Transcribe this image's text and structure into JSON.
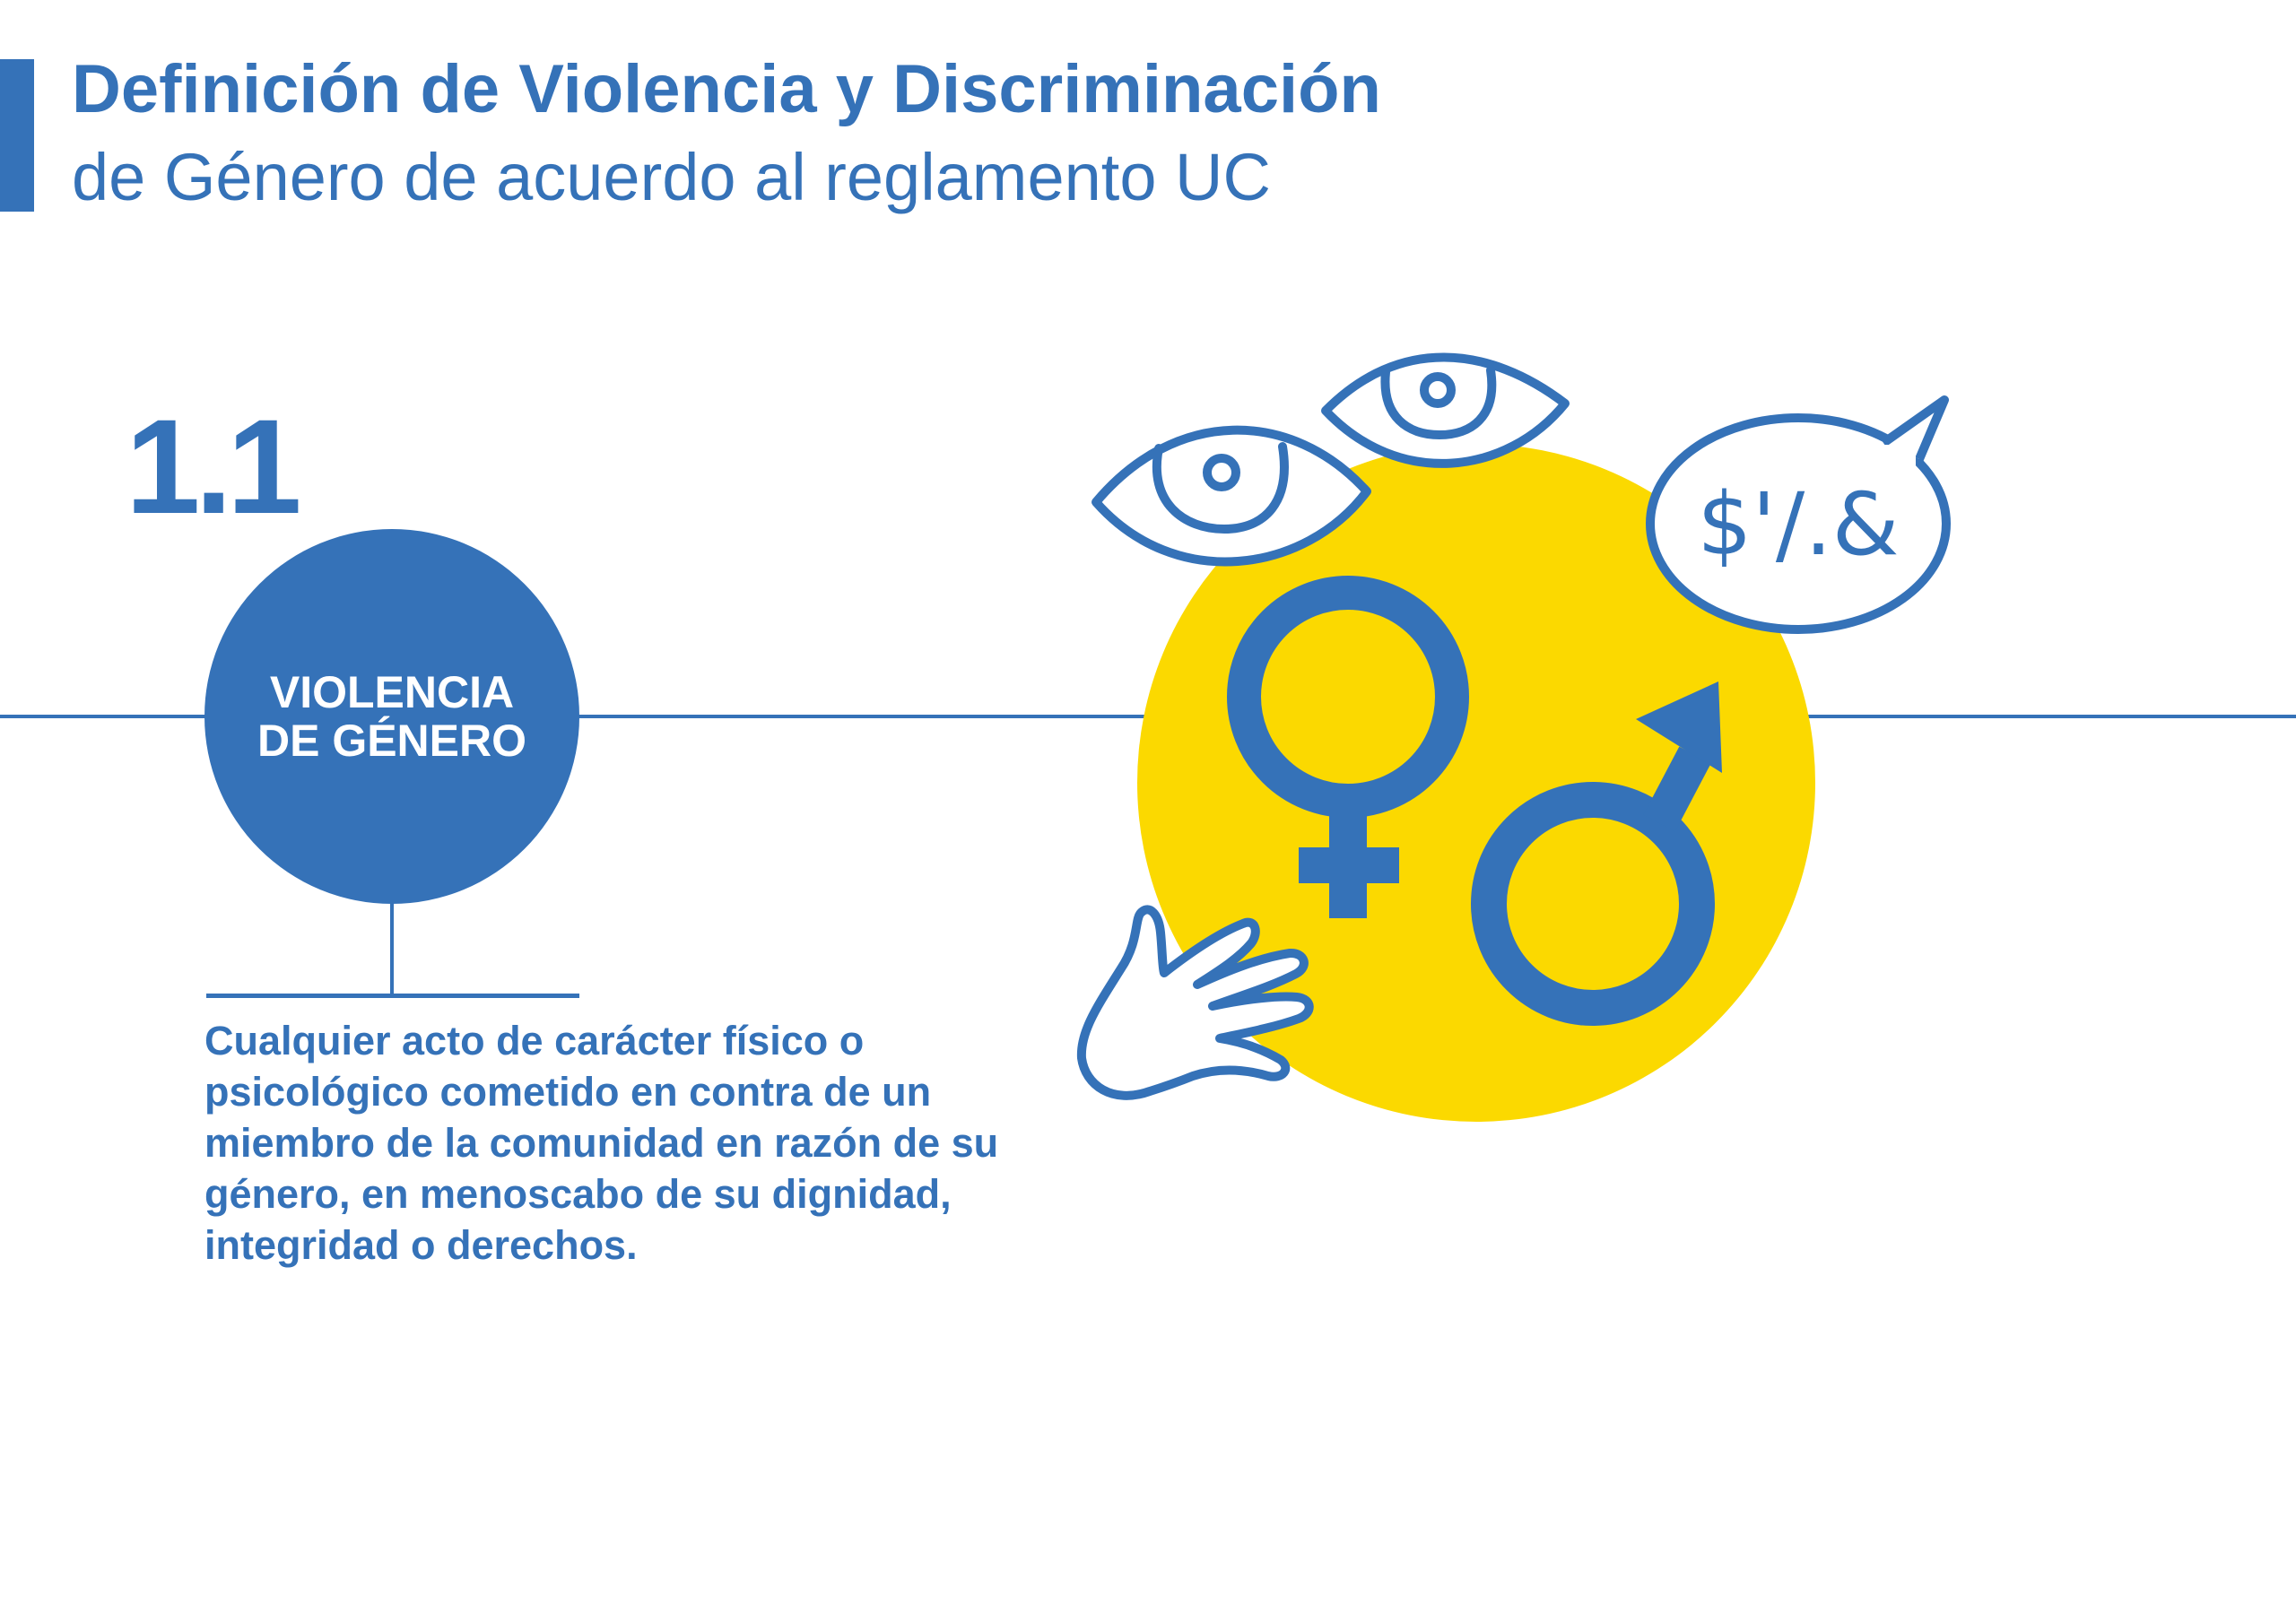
{
  "header": {
    "title_bold": "Definición de Violencia y Discriminación",
    "title_light": "de Género de acuerdo al reglamento UC"
  },
  "section": {
    "number": "1.1",
    "concept_label": "VIOLENCIA DE GÉNERO",
    "definition": "Cualquier acto de carácter físico o psicológico cometido en contra de un miembro de la comunidad en razón de su género, en menoscabo de su dignidad, integridad o derechos."
  },
  "illustration": {
    "speech_bubble_text": "$'/.&",
    "icons": [
      "eye-icon",
      "eye-icon",
      "speech-bubble-icon",
      "female-symbol-icon",
      "male-symbol-icon",
      "hand-icon"
    ]
  },
  "colors": {
    "brand_blue": "#3572b8",
    "accent_yellow": "#fbd900",
    "background": "#ffffff"
  }
}
